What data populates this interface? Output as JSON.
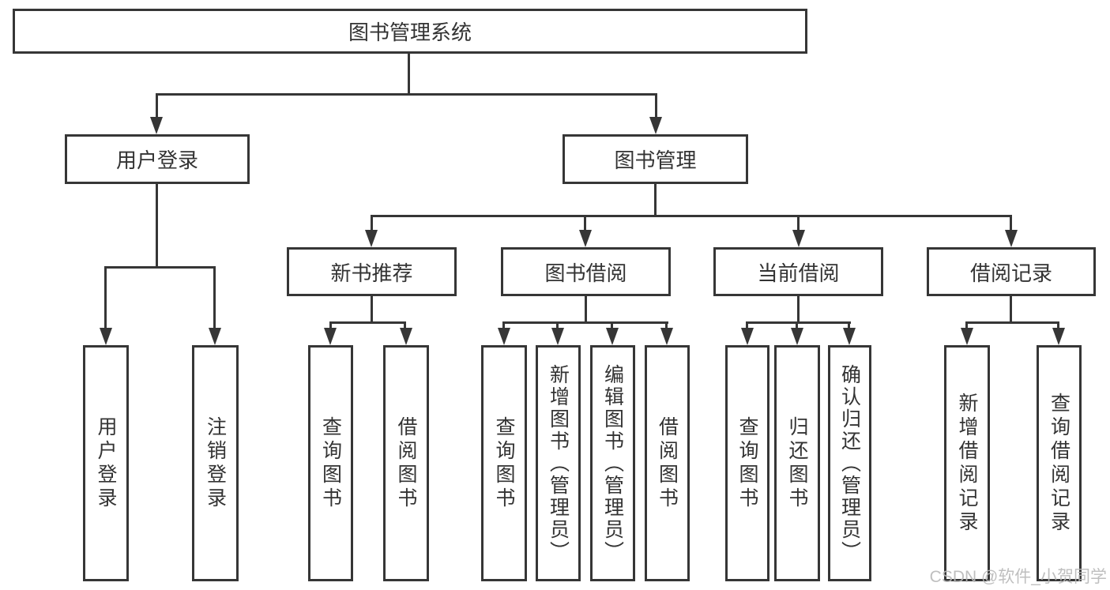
{
  "diagram": {
    "type": "hierarchy-tree",
    "orientation": "top-down"
  },
  "tree": {
    "label": "图书管理系统",
    "children": [
      {
        "label": "用户登录",
        "children": [
          {
            "label": "用户登录"
          },
          {
            "label": "注销登录"
          }
        ]
      },
      {
        "label": "图书管理",
        "children": [
          {
            "label": "新书推荐",
            "children": [
              {
                "label": "查询图书"
              },
              {
                "label": "借阅图书"
              }
            ]
          },
          {
            "label": "图书借阅",
            "children": [
              {
                "label": "查询图书"
              },
              {
                "label": "新增图书（管理员）"
              },
              {
                "label": "编辑图书（管理员）"
              },
              {
                "label": "借阅图书"
              }
            ]
          },
          {
            "label": "当前借阅",
            "children": [
              {
                "label": "查询图书"
              },
              {
                "label": "归还图书"
              },
              {
                "label": "确认归还（管理员）"
              }
            ]
          },
          {
            "label": "借阅记录",
            "children": [
              {
                "label": "新增借阅记录"
              },
              {
                "label": "查询借阅记录"
              }
            ]
          }
        ]
      }
    ]
  },
  "watermark": {
    "text": "CSDN @软件_小贺同学"
  },
  "colors": {
    "line": "#363636",
    "text": "#333333",
    "box_background": "#ffffff",
    "page_background": "#ffffff",
    "watermark": "#b9b9b9"
  }
}
